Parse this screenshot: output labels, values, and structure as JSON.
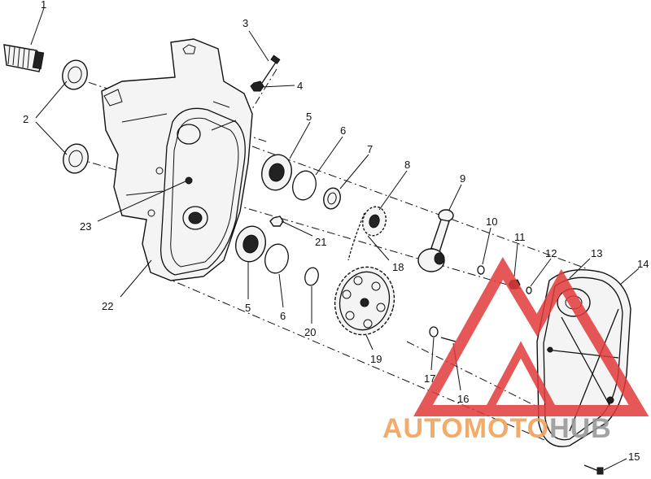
{
  "diagram": {
    "callouts": [
      {
        "id": "c1",
        "label": "1"
      },
      {
        "id": "c2",
        "label": "2"
      },
      {
        "id": "c3",
        "label": "3"
      },
      {
        "id": "c4",
        "label": "4"
      },
      {
        "id": "c5a",
        "label": "5"
      },
      {
        "id": "c6a",
        "label": "6"
      },
      {
        "id": "c7",
        "label": "7"
      },
      {
        "id": "c8",
        "label": "8"
      },
      {
        "id": "c9",
        "label": "9"
      },
      {
        "id": "c10",
        "label": "10"
      },
      {
        "id": "c11",
        "label": "11"
      },
      {
        "id": "c12",
        "label": "12"
      },
      {
        "id": "c13",
        "label": "13"
      },
      {
        "id": "c14",
        "label": "14"
      },
      {
        "id": "c15",
        "label": "15"
      },
      {
        "id": "c16",
        "label": "16"
      },
      {
        "id": "c17",
        "label": "17"
      },
      {
        "id": "c18",
        "label": "18"
      },
      {
        "id": "c19",
        "label": "19"
      },
      {
        "id": "c20",
        "label": "20"
      },
      {
        "id": "c21",
        "label": "21"
      },
      {
        "id": "c22",
        "label": "22"
      },
      {
        "id": "c23",
        "label": "23"
      },
      {
        "id": "c5b",
        "label": "5"
      },
      {
        "id": "c6b",
        "label": "6"
      }
    ]
  },
  "watermark": {
    "text_orange": "AUTOMOTO",
    "text_gray": "HUB",
    "color_red": "#e23a3a",
    "color_orange": "#f2a25a",
    "color_gray": "#9a9a9a"
  }
}
